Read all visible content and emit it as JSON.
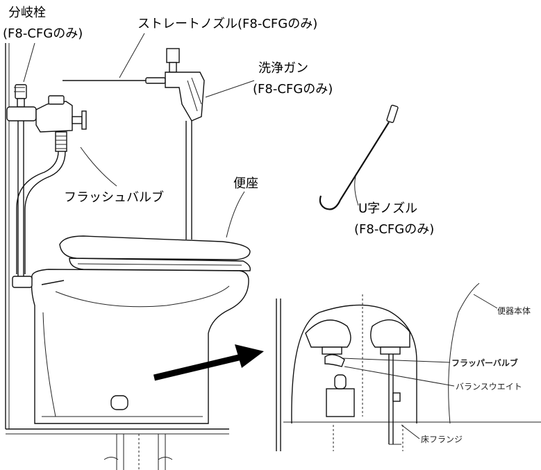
{
  "labels": {
    "branch_valve": "分岐栓",
    "branch_valve_note": "(F8-CFGのみ)",
    "straight_nozzle": "ストレートノズル(F8-CFGのみ)",
    "wash_gun": "洗浄ガン",
    "wash_gun_note": "(F8-CFGのみ)",
    "flush_valve": "フラッシュバルブ",
    "toilet_seat": "便座",
    "u_nozzle": "U字ノズル",
    "u_nozzle_note": "(F8-CFGのみ)"
  },
  "detail": {
    "toilet_body": "便器本体",
    "flapper_valve": "フラッパーバルブ",
    "balance_weight": "バランスウエイト",
    "floor_flange": "床フランジ"
  },
  "colors": {
    "line": "#111111",
    "background": "#ffffff",
    "arrow": "#000000"
  }
}
